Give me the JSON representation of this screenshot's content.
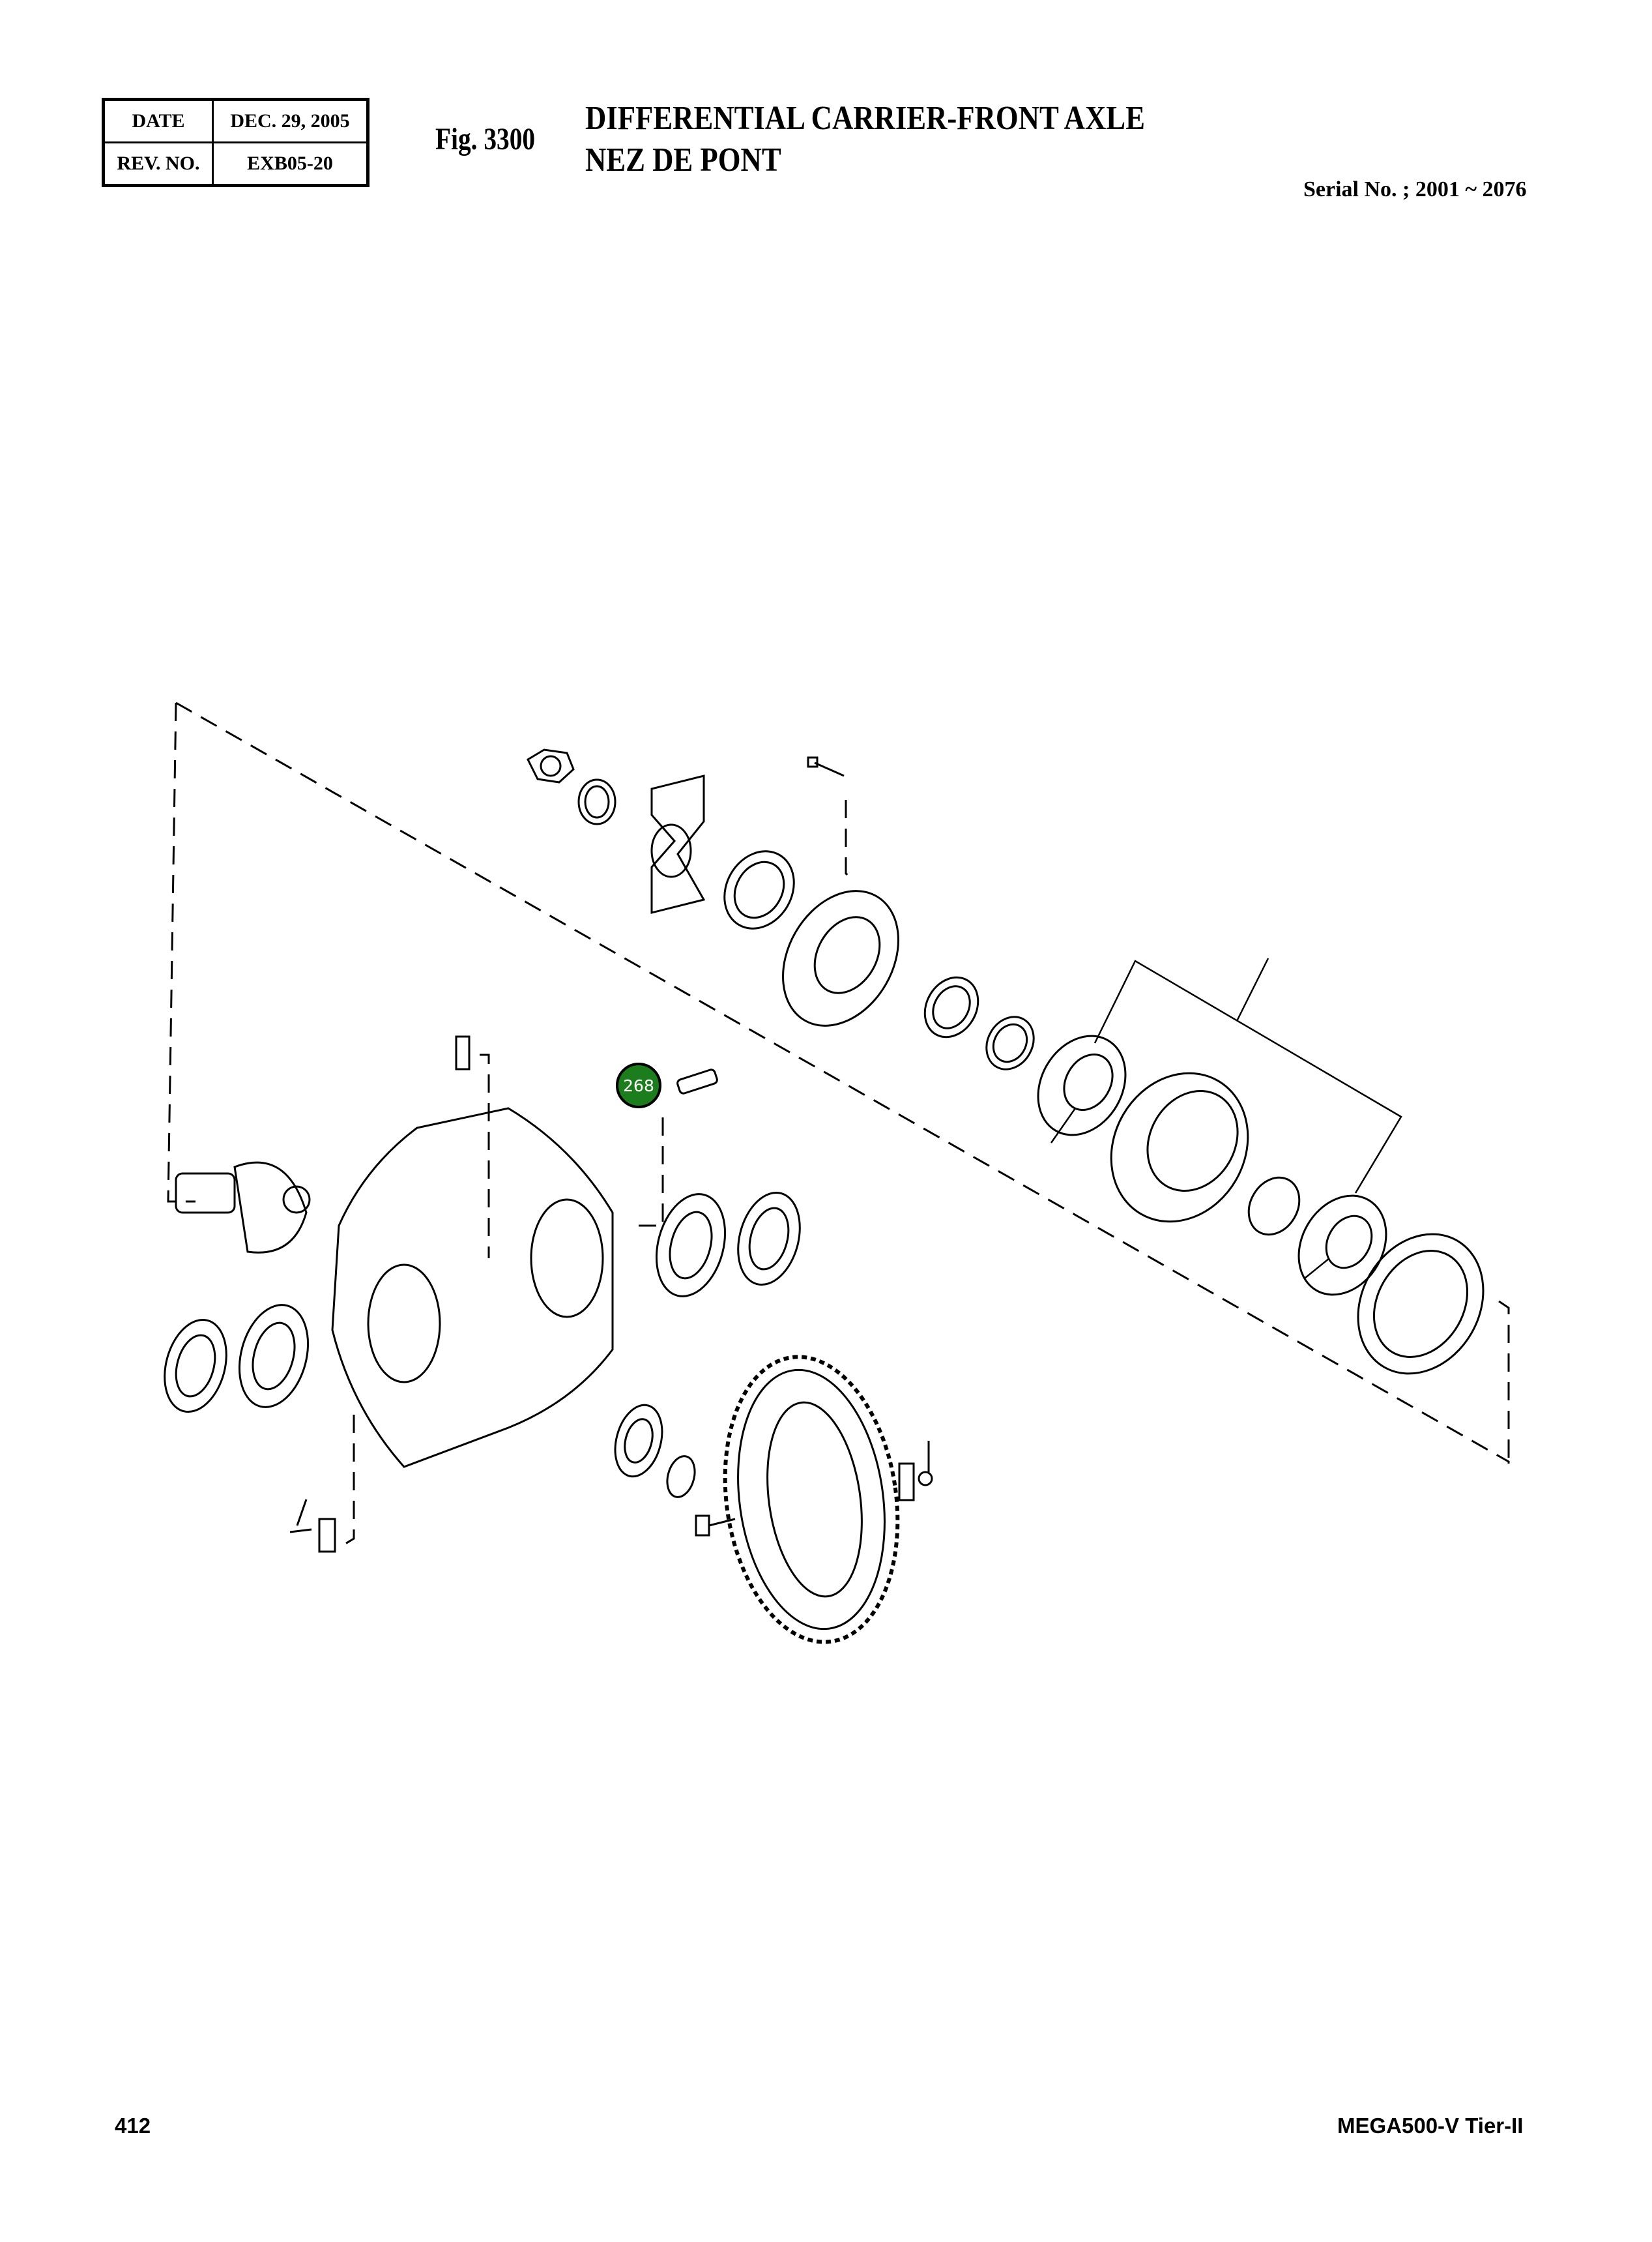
{
  "revision_table": {
    "date_label": "DATE",
    "date_value": "DEC. 29, 2005",
    "rev_label": "REV. NO.",
    "rev_value": "EXB05-20"
  },
  "figure": {
    "number": "Fig. 3300",
    "title_en": "DIFFERENTIAL CARRIER-FRONT AXLE",
    "title_fr": "NEZ DE PONT"
  },
  "serial": "Serial No. ; 2001 ~ 2076",
  "callouts": [
    {
      "label": "268",
      "color": "#1b7d1b"
    }
  ],
  "footer": {
    "page_number": "412",
    "model": "MEGA500-V Tier-II"
  }
}
